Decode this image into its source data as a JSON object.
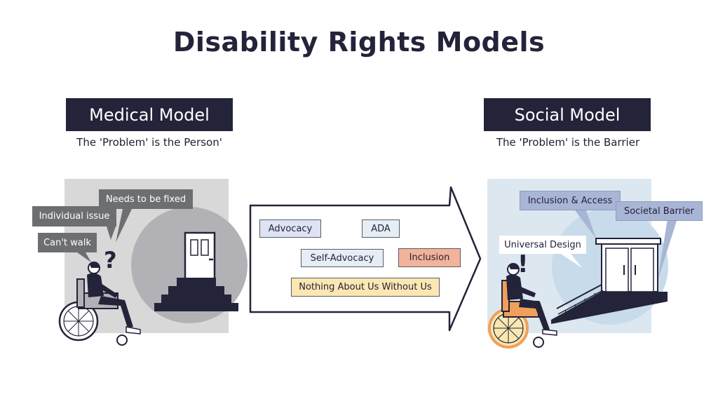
{
  "title": "Disability Rights Models",
  "medical": {
    "header": "Medical Model",
    "subtitle": "The 'Problem' is the Person'",
    "bubbles": [
      "Needs to be fixed",
      "Individual issue",
      "Can't walk"
    ],
    "mark": "?"
  },
  "social": {
    "header": "Social Model",
    "subtitle": "The 'Problem' is the Barrier",
    "bubbles": [
      "Inclusion & Access",
      "Societal Barrier",
      "Universal Design"
    ],
    "mark": "!"
  },
  "arrow_tags": [
    "Advocacy",
    "ADA",
    "Self-Advocacy",
    "Inclusion",
    "Nothing About Us Without Us"
  ],
  "colors": {
    "dark": "#23233a",
    "medical_bg": "#d9d8d8",
    "medical_circle": "#b2b2b6",
    "social_bg": "#dde7f0",
    "social_circle": "#c8dbea",
    "tag_blue": "#dde3f3",
    "tag_light": "#e6eef5",
    "tag_peach": "#f3b29a",
    "tag_yellow": "#fbe7b2",
    "wheel_orange": "#f0a05a"
  }
}
